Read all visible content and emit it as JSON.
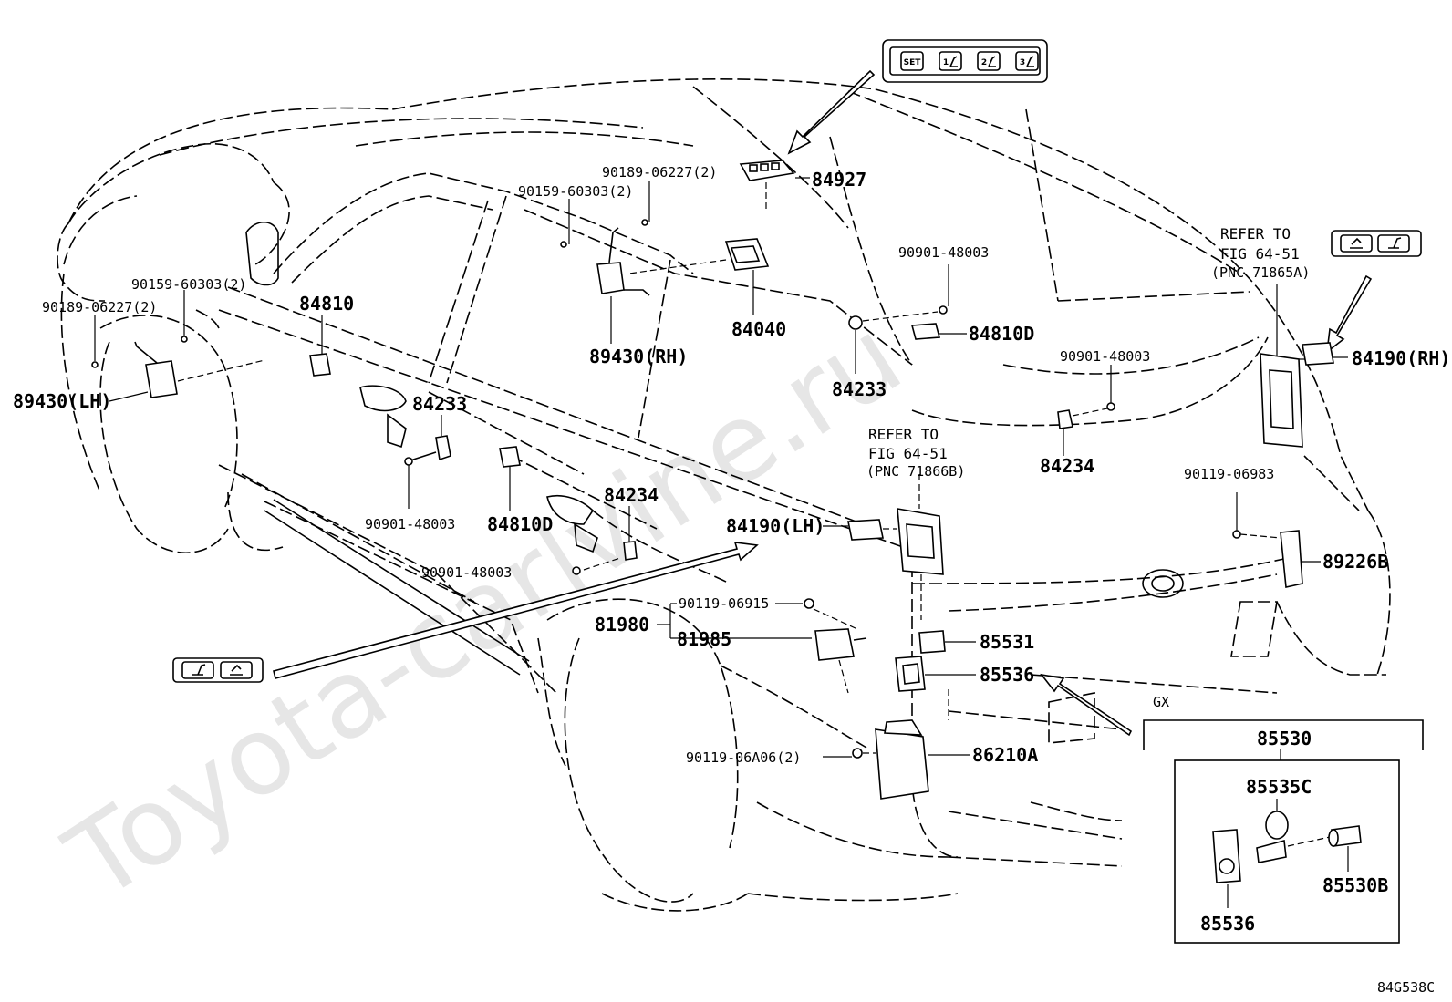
{
  "watermark": "Toyota-carlvine.ru",
  "diagram_code": "84G538C",
  "callouts": {
    "c84927": "84927",
    "c90189_06227_top": "90189-06227(2)",
    "c90159_60303_top": "90159-60303(2)",
    "c84040": "84040",
    "c89430_rh": "89430(RH)",
    "c90901_48003_top": "90901-48003",
    "c84810d_right": "84810D",
    "c84233_right": "84233",
    "refer_to_a": "REFER TO",
    "fig_a": "FIG 64-51",
    "pnc_a": "(PNC 71865A)",
    "c84190_rh": "84190(RH)",
    "c90901_48003_right": "90901-48003",
    "c84234_right": "84234",
    "refer_to_b": "REFER TO",
    "fig_b": "FIG 64-51",
    "pnc_b": "(PNC 71866B)",
    "c90119_06983": "90119-06983",
    "c89226b": "89226B",
    "c90159_60303_left": "90159-60303(2)",
    "c90189_06227_left": "90189-06227(2)",
    "c84810": "84810",
    "c89430_lh": "89430(LH)",
    "c84233_left": "84233",
    "c90901_48003_left": "90901-48003",
    "c84810d_left": "84810D",
    "c84234_left": "84234",
    "c90901_48003_low": "90901-48003",
    "c84190_lh": "84190(LH)",
    "c90119_06915": "90119-06915",
    "c81980": "81980",
    "c81985": "81985",
    "c85531": "85531",
    "c85536": "85536",
    "c90119_06a06": "90119-06A06(2)",
    "c86210a": "86210A"
  },
  "switch_panel": {
    "buttons": [
      "SET",
      "1",
      "2",
      "3"
    ]
  },
  "gx_box": {
    "grade": "GX",
    "assembly": "85530",
    "c85535c": "85535C",
    "c85530b": "85530B",
    "c85536": "85536"
  }
}
